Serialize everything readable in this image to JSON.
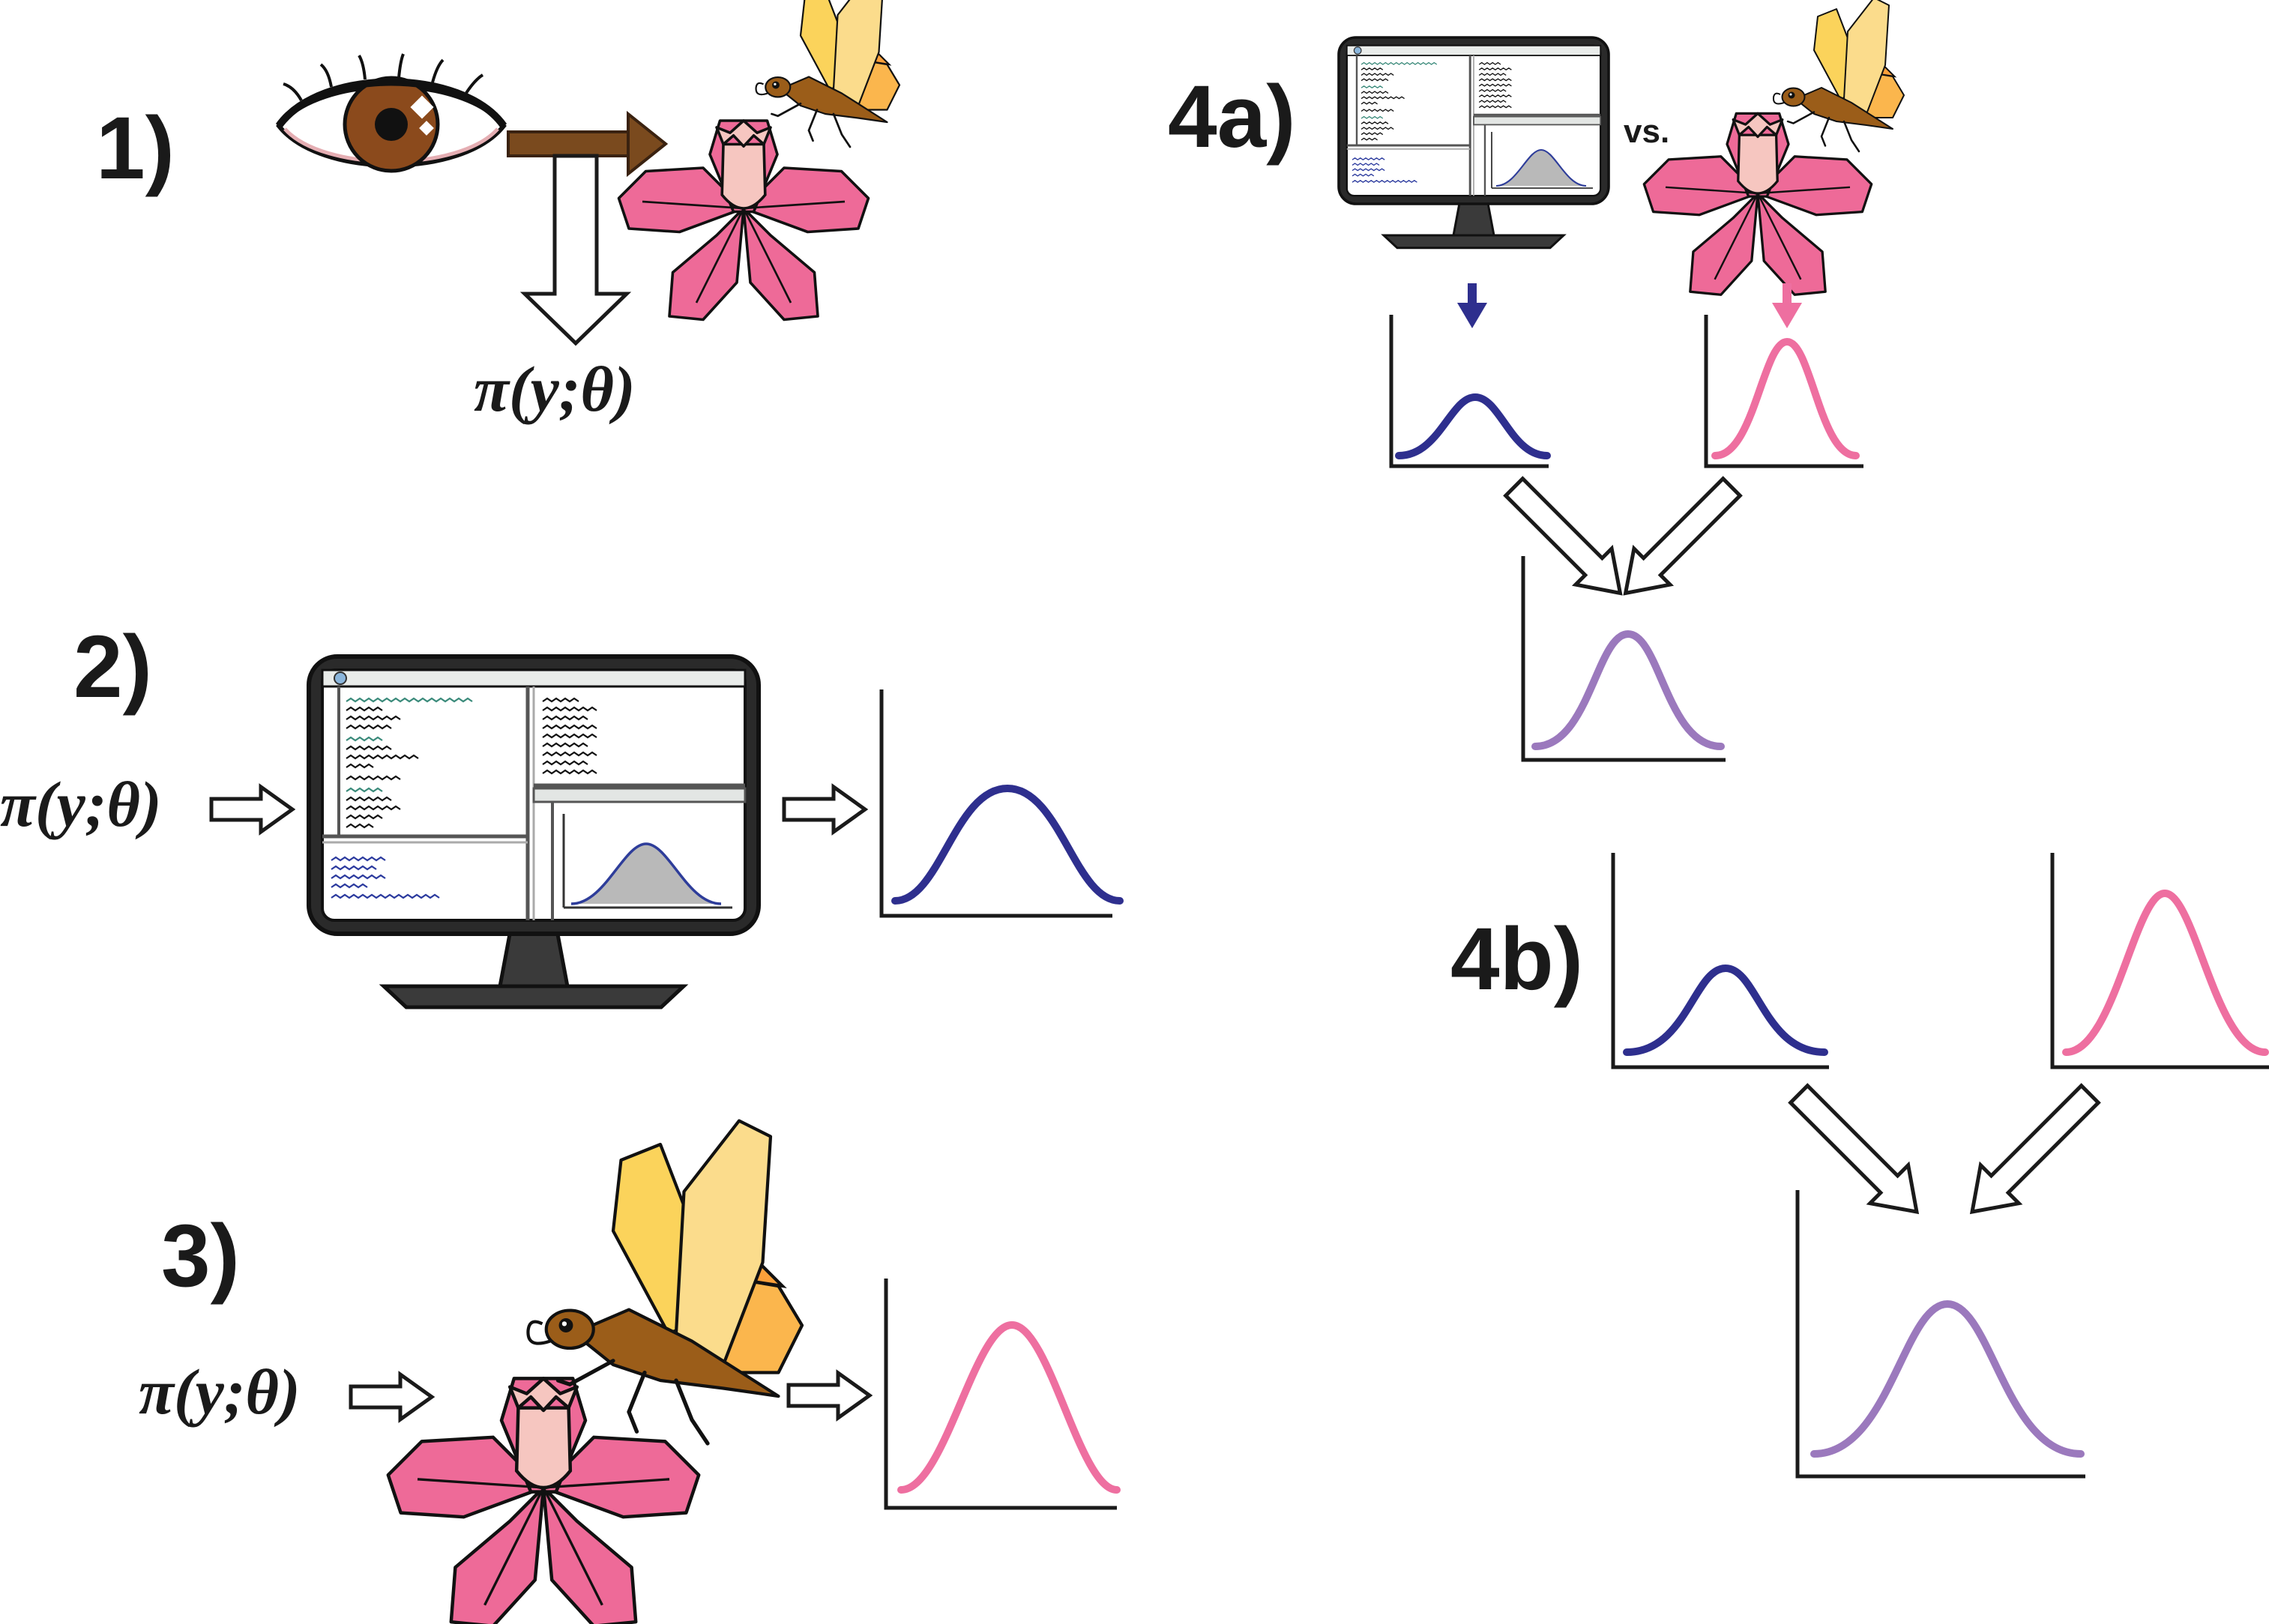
{
  "panels": {
    "p1": {
      "label": "1)",
      "formula": "π(y;θ)"
    },
    "p2": {
      "label": "2)",
      "formula": "π(y;θ)"
    },
    "p3": {
      "label": "3)",
      "formula": "π(y;θ)"
    },
    "p4a": {
      "label": "4a)",
      "vs": "vs."
    },
    "p4b": {
      "label": "4b)"
    }
  },
  "colors": {
    "computer_curve": "#2e2f8e",
    "field_curve": "#ee6fa0",
    "combined_curve": "#9b79bd",
    "eye_arrow": "#7a4a1e",
    "petal": "#ee6a98",
    "petal_center": "#f6c6c0",
    "wing_light": "#fbdc8c",
    "wing_mid": "#fbd35b",
    "wing_orange": "#fbb64d",
    "insect_body": "#9b5d19",
    "iris": "#8b4a1c"
  },
  "icons": [
    "eye-icon",
    "insect-icon",
    "flower-icon",
    "computer-monitor-icon",
    "distribution-plot-icon"
  ]
}
